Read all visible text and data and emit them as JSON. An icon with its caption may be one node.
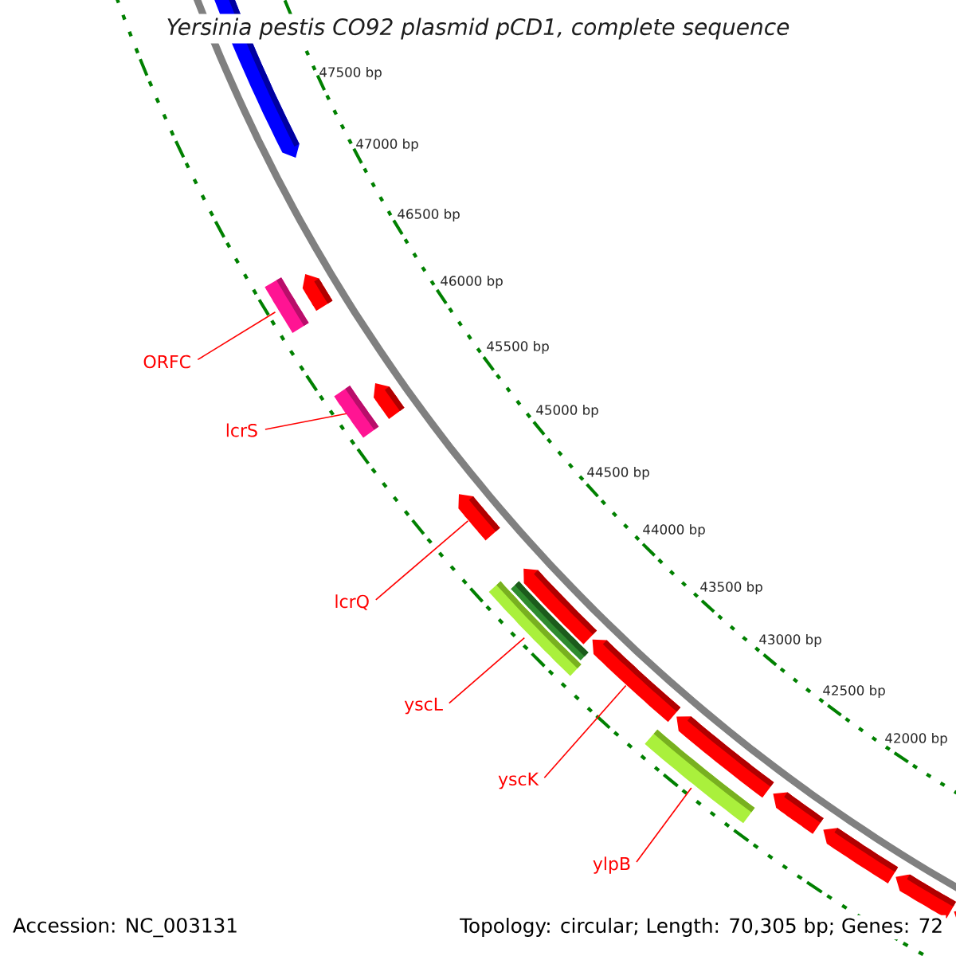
{
  "diagram": {
    "title": "Yersinia pestis CO92 plasmid pCD1, complete sequence",
    "nodes": [
      {
        "text": [
          "ORFC"
        ]
      },
      {
        "text": [],
        "shape": "bar"
      },
      {
        "text": [
          "lcrS"
        ]
      },
      {
        "text": [],
        "shape": "bar"
      },
      {
        "text": [
          "lcrQ"
        ]
      },
      {
        "text": [],
        "shape": "bar"
      },
      {
        "text": [
          "yscL"
        ]
      },
      {
        "text": [],
        "shape": "bar"
      },
      {
        "text": [
          "yscK"
        ]
      },
      {
        "text": [],
        "shape": "bar"
      },
      {
        "text": [
          "ylpB"
        ]
      },
      {
        "text": [],
        "shape": "bar"
      }
    ],
    "edges": [
      {
        "from": 0,
        "to": 1,
        "arrow": "none"
      },
      {
        "from": 2,
        "to": 3,
        "arrow": "none"
      },
      {
        "from": 4,
        "to": 5,
        "arrow": "none"
      },
      {
        "from": 6,
        "to": 7,
        "arrow": "none"
      },
      {
        "from": 8,
        "to": 9,
        "arrow": "none"
      },
      {
        "from": 10,
        "to": 11,
        "arrow": "none"
      }
    ],
    "labels": [
      "47500 bp",
      "47000 bp",
      "46500 bp",
      "46000 bp",
      "45500 bp",
      "45000 bp",
      "44500 bp",
      "44000 bp",
      "43500 bp",
      "43000 bp",
      "42500 bp",
      "42000 bp",
      "Accession: NC_003131",
      "Topology: circular; Length: 70,305 bp; Genes: 72"
    ]
  }
}
